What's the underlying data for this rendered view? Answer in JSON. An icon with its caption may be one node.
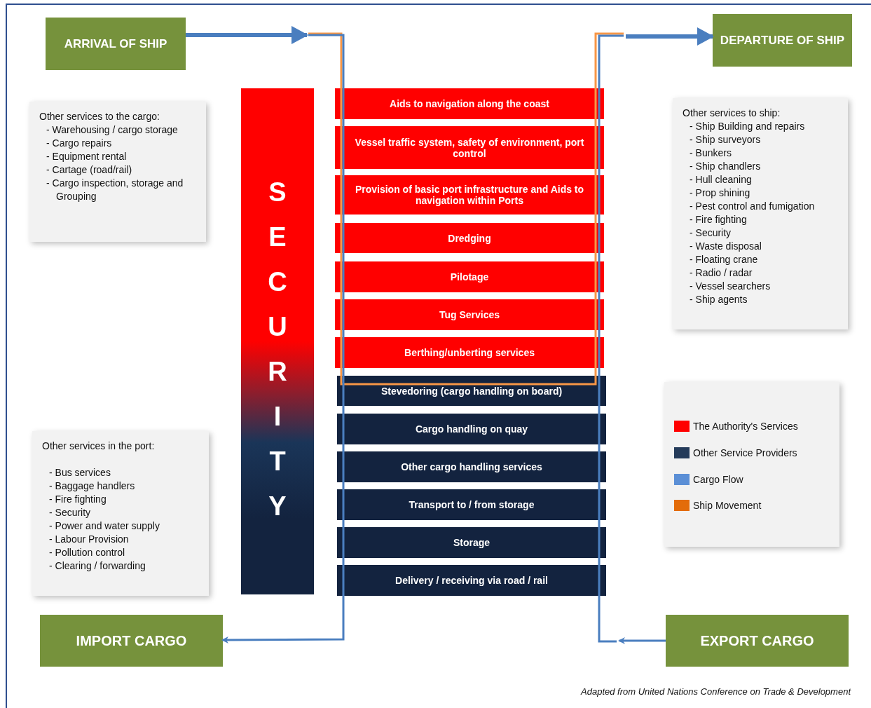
{
  "diagram": {
    "caption": "Adapted from United Nations Conference on Trade & Development",
    "nodes": [
      {
        "text": [
          "ARRIVAL OF SHIP"
        ]
      },
      {
        "text": [
          "DEPARTURE OF SHIP"
        ]
      },
      {
        "text": [
          "Other services to the cargo:",
          "- Warehousing / cargo storage",
          "- Cargo repairs",
          "- Equipment rental",
          "- Cartage (road/rail)",
          "- Cargo inspection, storage and Grouping"
        ]
      },
      {
        "text": [
          "Other services to ship:",
          "- Ship Building and repairs",
          "- Ship surveyors",
          "- Bunkers",
          "- Ship chandlers",
          "- Hull cleaning",
          "- Prop shining",
          "- Pest control and fumigation",
          "- Fire fighting",
          "- Security",
          "- Waste disposal",
          "- Floating crane",
          "- Radio / radar",
          "- Vessel searchers",
          "- Ship agents"
        ]
      },
      {
        "text": [
          "SECURITY"
        ]
      },
      {
        "text": [
          "Aids to navigation along the coast"
        ]
      },
      {
        "text": [
          "Vessel traffic system, safety of environment, port control"
        ]
      },
      {
        "text": [
          "Provision of basic port infrastructure and Aids to navigation within Ports"
        ]
      },
      {
        "text": [
          "Dredging"
        ]
      },
      {
        "text": [
          "Pilotage"
        ]
      },
      {
        "text": [
          "Tug Services"
        ]
      },
      {
        "text": [
          "Berthing/unberting services"
        ]
      },
      {
        "text": [
          "Stevedoring (cargo handling on board)"
        ]
      },
      {
        "text": [
          "Cargo handling on quay"
        ]
      },
      {
        "text": [
          "Other cargo handling services"
        ]
      },
      {
        "text": [
          "Transport to / from storage"
        ]
      },
      {
        "text": [
          "Storage"
        ]
      },
      {
        "text": [
          "Delivery / receiving via road / rail"
        ]
      },
      {
        "text": [
          "Other services in the port:",
          "- Bus services",
          "- Baggage handlers",
          "- Fire fighting",
          "- Security",
          "- Power and water supply",
          "- Labour Provision",
          "- Pollution control",
          "- Clearing / forwarding"
        ]
      },
      {
        "text": [
          "IMPORT CARGO"
        ]
      },
      {
        "text": [
          "EXPORT CARGO"
        ]
      }
    ],
    "edges": [
      {
        "from": 0,
        "to": null,
        "arrow": "to",
        "style": "thick"
      },
      {
        "from": null,
        "to": 1,
        "arrow": "to",
        "style": "thick"
      },
      {
        "from": null,
        "to": 19,
        "arrow": "to"
      },
      {
        "from": 20,
        "to": null,
        "arrow": "to"
      }
    ],
    "legend": [
      {
        "text": "The Authority's Services",
        "color": "#ff0000"
      },
      {
        "text": "Other Service Providers",
        "color": "#243b5a"
      },
      {
        "text": "Cargo Flow",
        "color": "#5b8fd6"
      },
      {
        "text": "Ship Movement",
        "color": "#e36c0a"
      }
    ]
  }
}
